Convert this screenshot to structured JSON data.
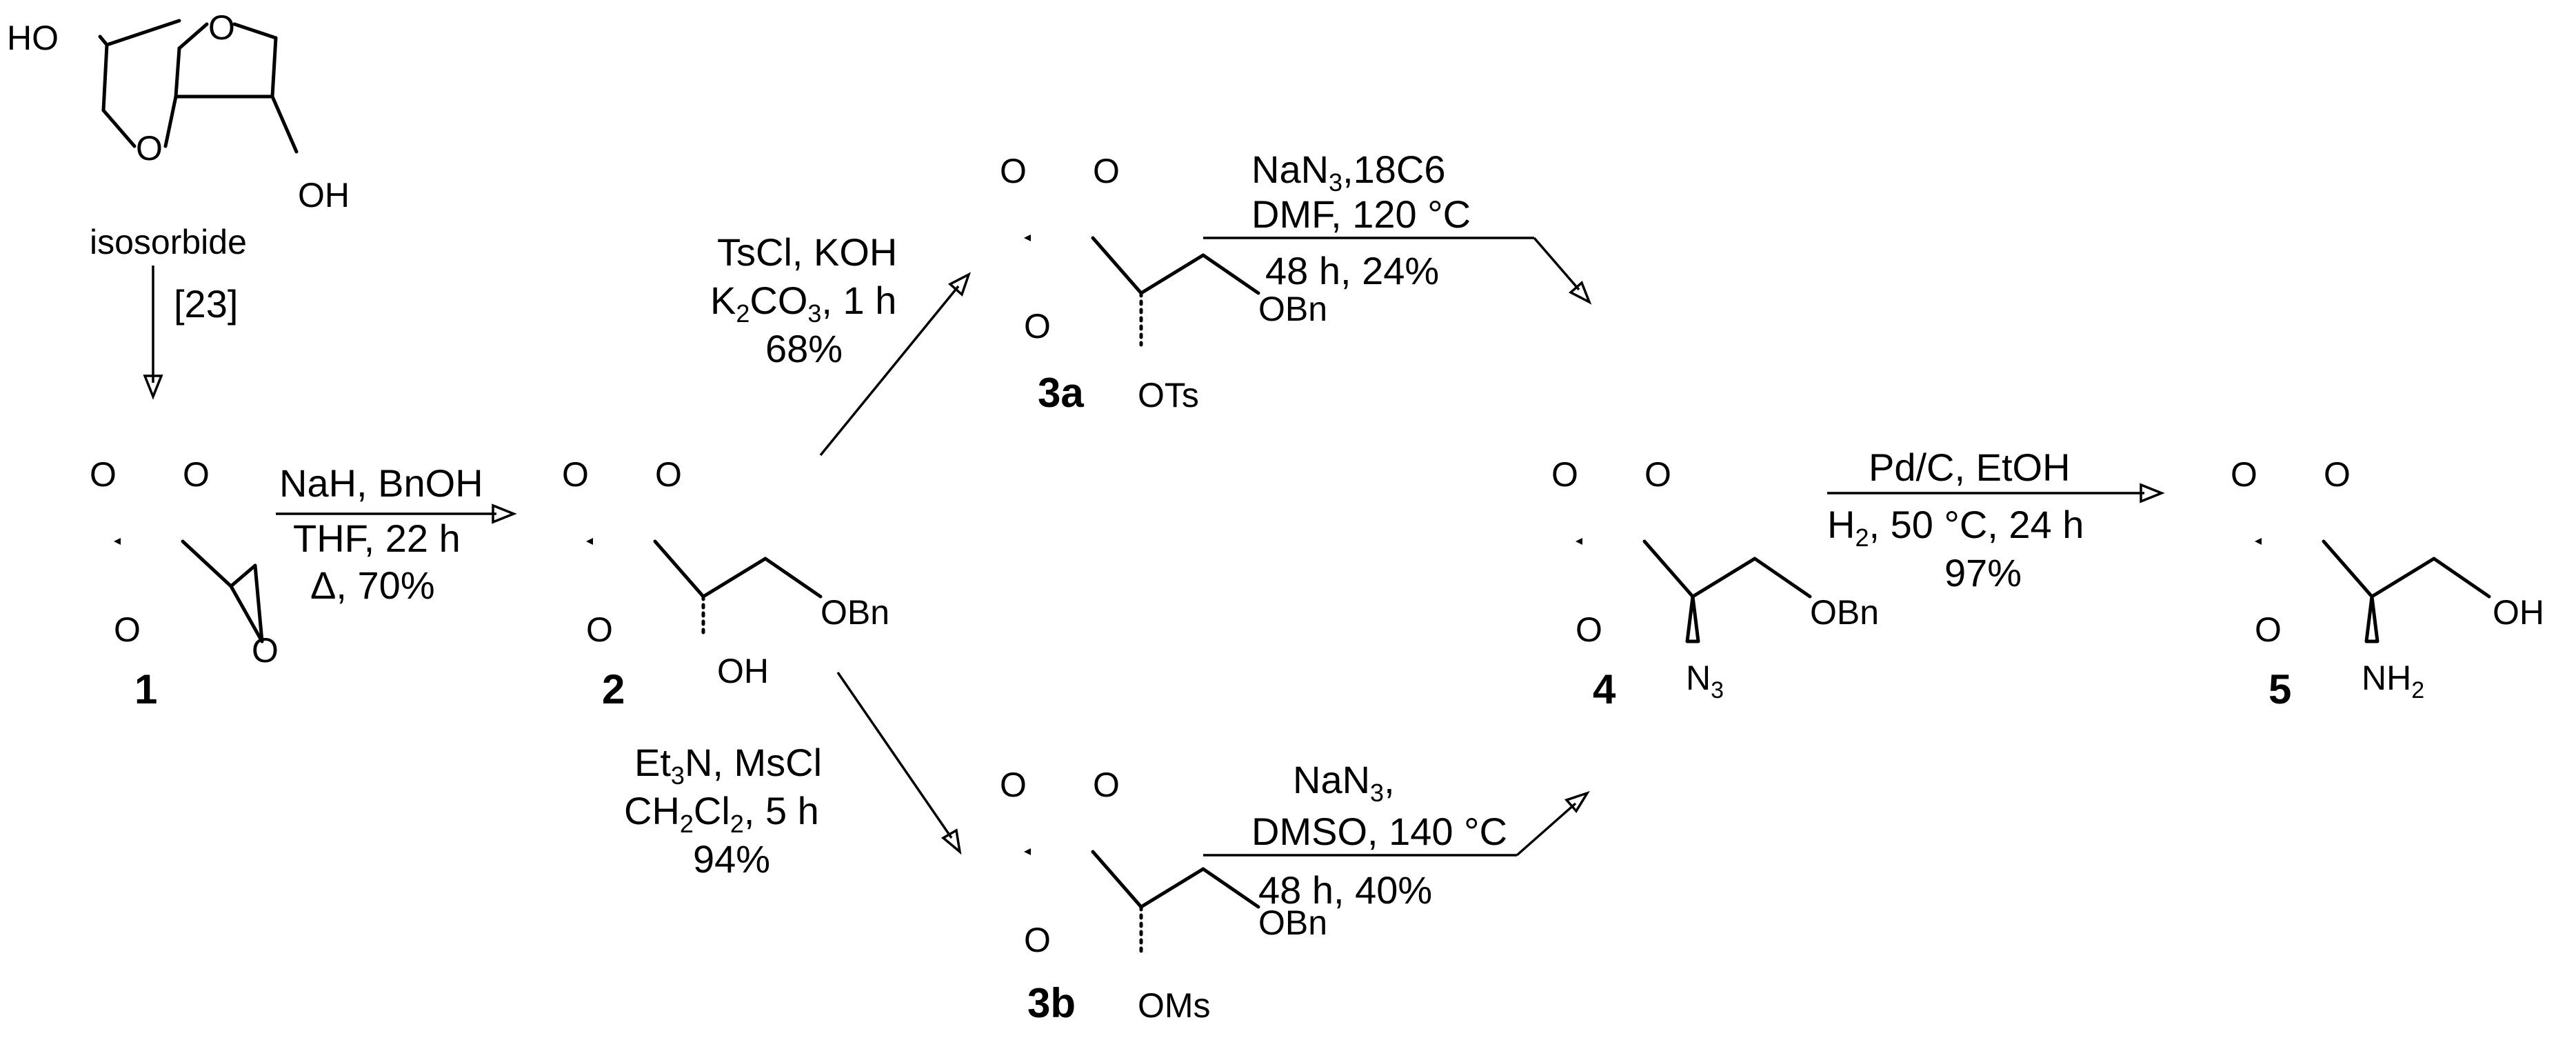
{
  "reactions": {
    "isosorbide_to_1": {
      "conditions": [
        "[23]"
      ]
    },
    "r1_to_2": {
      "conditions": [
        "NaH, BnOH",
        "THF, 22 h",
        "Δ, 70%"
      ]
    },
    "r2_to_3a": {
      "conditions": [
        "TsCl, KOH",
        "K|2|CO|3|, 1 h",
        "68%"
      ]
    },
    "r2_to_3b": {
      "conditions": [
        "Et|3|N, MsCl",
        "CH|2|Cl|2|, 5 h",
        "94%"
      ]
    },
    "r3a_to_4": {
      "conditions": [
        "NaN|3|,18C6",
        "DMF, 120 °C",
        "48 h, 24%"
      ]
    },
    "r3b_to_4": {
      "conditions": [
        "NaN|3|,",
        "DMSO, 140 °C",
        "48 h, 40%"
      ]
    },
    "r4_to_5": {
      "conditions": [
        "Pd/C, EtOH",
        "H|2|, 50 °C, 24 h",
        "97%"
      ]
    }
  },
  "compounds": [
    {
      "id": "isosorbide",
      "number": "",
      "caption": "isosorbide"
    },
    {
      "id": "c1",
      "number": "1"
    },
    {
      "id": "c2",
      "number": "2"
    },
    {
      "id": "c3a",
      "number": "3a"
    },
    {
      "id": "c3b",
      "number": "3b"
    },
    {
      "id": "c4",
      "number": "4"
    },
    {
      "id": "c5",
      "number": "5"
    }
  ],
  "atoms": {
    "O": "O",
    "OH": "OH",
    "OBn": "OBn",
    "OTs": "OTs",
    "OMs": "OMs",
    "N3": "N|3|",
    "NH2": "NH|2|",
    "HO": "HO"
  }
}
